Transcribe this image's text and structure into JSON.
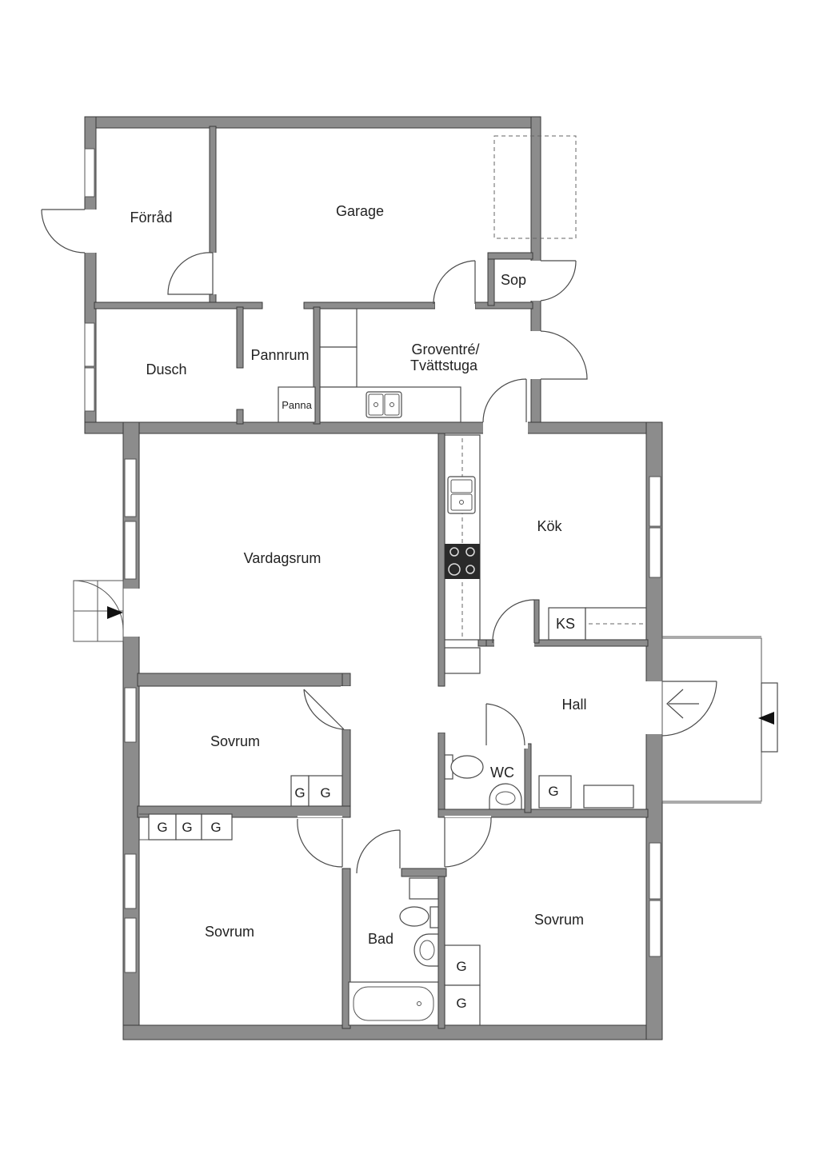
{
  "rooms": {
    "forrad": "Förråd",
    "garage": "Garage",
    "sop": "Sop",
    "dusch": "Dusch",
    "pannrum": "Pannrum",
    "panna": "Panna",
    "groventre_line1": "Groventré/",
    "groventre_line2": "Tvättstuga",
    "vardagsrum": "Vardagsrum",
    "kok": "Kök",
    "ks": "KS",
    "hall": "Hall",
    "wc": "WC",
    "sovrum_1": "Sovrum",
    "sovrum_2": "Sovrum",
    "sovrum_3": "Sovrum",
    "bad": "Bad"
  },
  "wardrobe_label": "G"
}
